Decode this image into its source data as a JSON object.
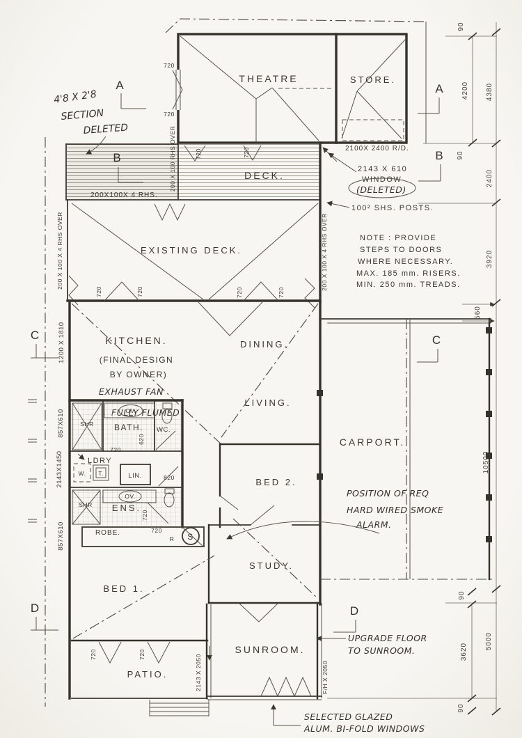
{
  "palette": {
    "paper": "#f6f5f1",
    "ink": "#3b372f",
    "hatch": "#948e80"
  },
  "rooms": {
    "theatre": "THEATRE",
    "store": "STORE.",
    "deck": "DECK.",
    "existing_deck": "EXISTING DECK.",
    "kitchen": "KITCHEN.",
    "kitchen_sub1": "(FINAL DESIGN",
    "kitchen_sub2": "BY OWNER)",
    "dining": "DINING.",
    "living": "LIVING.",
    "carport": "CARPORT.",
    "bath": "BATH.",
    "wc": "WC.",
    "ldry": "LDRY",
    "ens": "ENS.",
    "bed2": "BED 2.",
    "study": "STUDY.",
    "bed1": "BED 1.",
    "patio": "PATIO.",
    "sunroom": "SUNROOM."
  },
  "fixtures": {
    "oven": "OV.",
    "shower": "SHR",
    "washer": "W.",
    "trough": "T.",
    "linen": "LIN.",
    "robe": "ROBE.",
    "register": "R",
    "smoke_symbol": "S"
  },
  "hand": {
    "size": "4'8 X 2'8",
    "section": "SECTION",
    "deleted": "DELETED",
    "exhaust_fan": "EXHAUST FAN",
    "fully_flumed": "FULLY FLUMED",
    "win_deleted": "(DELETED)",
    "smoke1": "POSITION OF REQ",
    "smoke2": "HARD WIRED SMOKE",
    "smoke3": "ALARM.",
    "upgrade1": "UPGRADE FLOOR",
    "upgrade2": "TO SUNROOM.",
    "bifold1": "SELECTED GLAZED",
    "bifold2": "ALUM. BI-FOLD WINDOWS"
  },
  "callouts": {
    "roller_door": "2100X 2400 R/D.",
    "window_size": "2143 X 610",
    "window_word": "WINDOW",
    "shs_posts": "100² SHS. POSTS.",
    "rhs": "200X100X 4 RHS.",
    "rhs_over": "200 X 100 X 4 RHS OVER",
    "rhs_over_short": "200 X 100 RHS OVER"
  },
  "note": {
    "l1": "NOTE : PROVIDE",
    "l2": "STEPS TO DOORS",
    "l3": "WHERE NECESSARY.",
    "l4": "MAX. 185 mm. RISERS.",
    "l5": "MIN. 250 mm. TREADS."
  },
  "dims": {
    "d90": "90",
    "d4200": "4200",
    "d4380": "4380",
    "d2400": "2400",
    "d3920": "3920",
    "d560": "560",
    "d10500": "10500",
    "d3620": "3620",
    "d5000": "5000",
    "d720": "720",
    "d620": "620",
    "d820": "820",
    "w1200": "1200 X 1810",
    "w857": "857X610",
    "w2143": "2143X1450",
    "door2143": "2143 X 2050",
    "fh": "F/H X 2050"
  },
  "sections": {
    "a": "A",
    "b": "B",
    "c": "C",
    "d": "D"
  }
}
